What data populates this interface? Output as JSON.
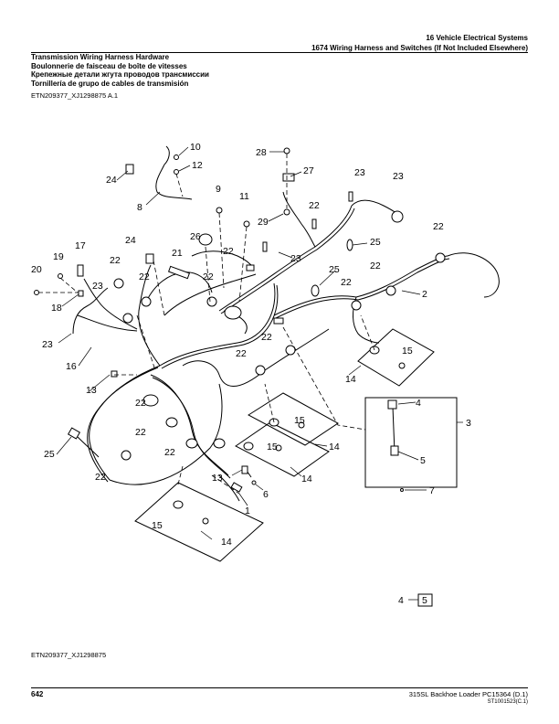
{
  "header": {
    "section": "16 Vehicle Electrical Systems",
    "group": "1674 Wiring Harness and Switches (If Not Included Elsewhere)"
  },
  "titles": [
    "Transmission Wiring Harness Hardware",
    "Boulonnerie de faisceau de boîte de vitesses",
    "Крепежные детали жгута проводов трансмиссии",
    "Tornillería de grupo de cables de transmisión"
  ],
  "figure_ref_top": "ETN209377_XJ1298875 A.1",
  "figure_ref_bottom": "ETN209377_XJ1298875",
  "callouts": [
    "1",
    "2",
    "3",
    "4",
    "5",
    "6",
    "7",
    "10",
    "11",
    "12",
    "13",
    "14",
    "15",
    "16",
    "17",
    "18",
    "19",
    "20",
    "21",
    "22",
    "23",
    "24",
    "25",
    "26",
    "27",
    "28",
    "29"
  ],
  "legend_box": {
    "left": "4",
    "right": "5"
  },
  "footer": {
    "page": "642",
    "machine": "315SL Backhoe Loader    PC15364    (D.1)",
    "code": "ST1001523(C.1)"
  }
}
